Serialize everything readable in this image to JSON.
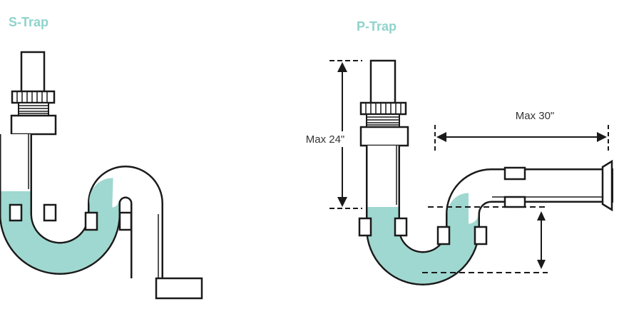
{
  "figure": {
    "s_trap": {
      "title": "S-Trap"
    },
    "p_trap": {
      "title": "P-Trap",
      "dimensions": {
        "vertical_max": "Max 24\"",
        "horizontal_max": "Max 30\""
      }
    }
  },
  "colors": {
    "title": "#8fd3cc",
    "water": "#9fd8d0",
    "outline": "#1a1a1a",
    "pipe_fill": "#ffffff",
    "text": "#333333"
  }
}
